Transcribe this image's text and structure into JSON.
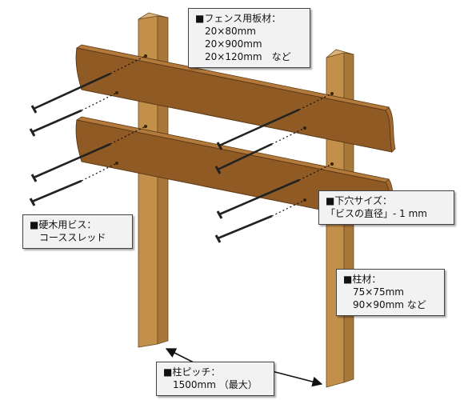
{
  "colors": {
    "board": "#8f5a24",
    "board_top": "#b47a3c",
    "board_edge": "#5e3a16",
    "post_front": "#c2904a",
    "post_side": "#a8773a",
    "post_top": "#dcb27a",
    "screw": "#222222",
    "callout_bg": "#f2f2f2"
  },
  "callouts": {
    "fence_board": {
      "title": "■フェンス用板材：",
      "lines": [
        "20×80mm",
        "20×900mm",
        "20×120mm　など"
      ]
    },
    "screw": {
      "title": "■硬木用ビス：",
      "lines": [
        "コーススレッド"
      ]
    },
    "pilot_hole": {
      "title": "■下穴サイズ：",
      "lines": [
        "「ビスの直径」- 1 mm"
      ]
    },
    "post": {
      "title": "■柱材：",
      "lines": [
        "75×75mm",
        "90×90mm など"
      ]
    },
    "post_pitch": {
      "title": "■柱ピッチ：",
      "lines": [
        "1500mm （最大）"
      ]
    }
  }
}
